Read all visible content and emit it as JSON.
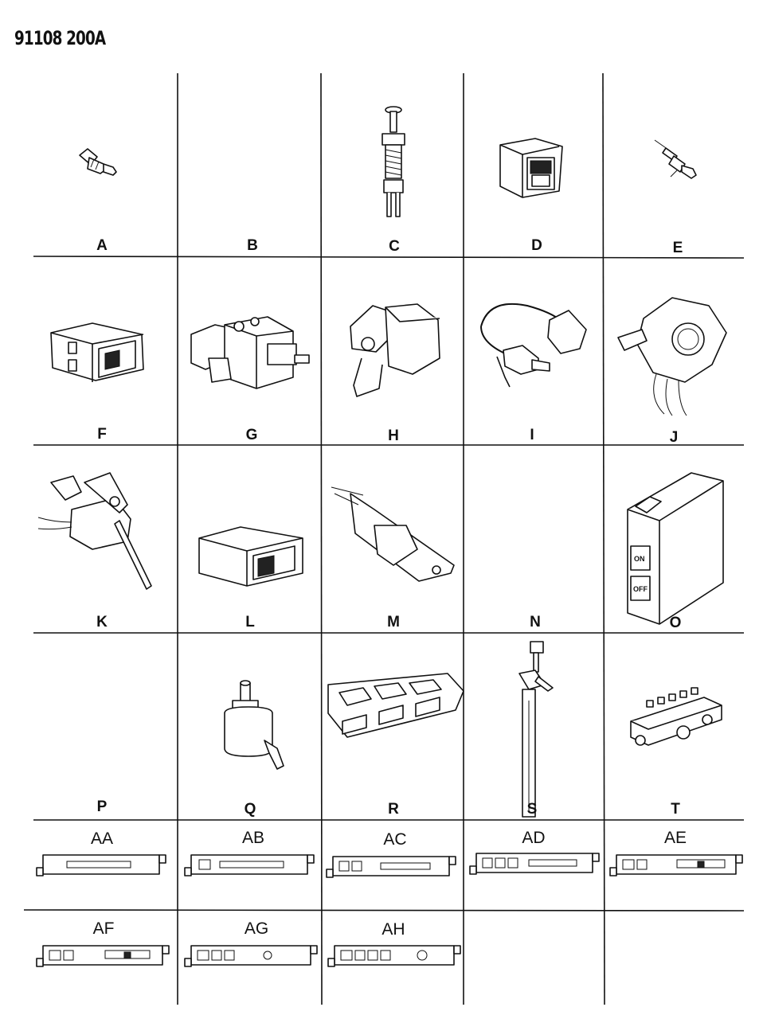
{
  "reference_number": "91108 200A",
  "cells": [
    {
      "label": "A"
    },
    {
      "label": "B"
    },
    {
      "label": "C"
    },
    {
      "label": "D"
    },
    {
      "label": "E"
    },
    {
      "label": "F"
    },
    {
      "label": "G"
    },
    {
      "label": "H"
    },
    {
      "label": "I"
    },
    {
      "label": "J"
    },
    {
      "label": "K"
    },
    {
      "label": "L"
    },
    {
      "label": "M"
    },
    {
      "label": "N"
    },
    {
      "label": "O"
    },
    {
      "label": "P"
    },
    {
      "label": "Q"
    },
    {
      "label": "R"
    },
    {
      "label": "S"
    },
    {
      "label": "T"
    }
  ],
  "panels": [
    {
      "label": "AA"
    },
    {
      "label": "AB"
    },
    {
      "label": "AC"
    },
    {
      "label": "AD"
    },
    {
      "label": "AE"
    },
    {
      "label": "AF"
    },
    {
      "label": "AG"
    },
    {
      "label": "AH"
    }
  ],
  "switch_text": {
    "on": "ON",
    "off": "OFF"
  }
}
